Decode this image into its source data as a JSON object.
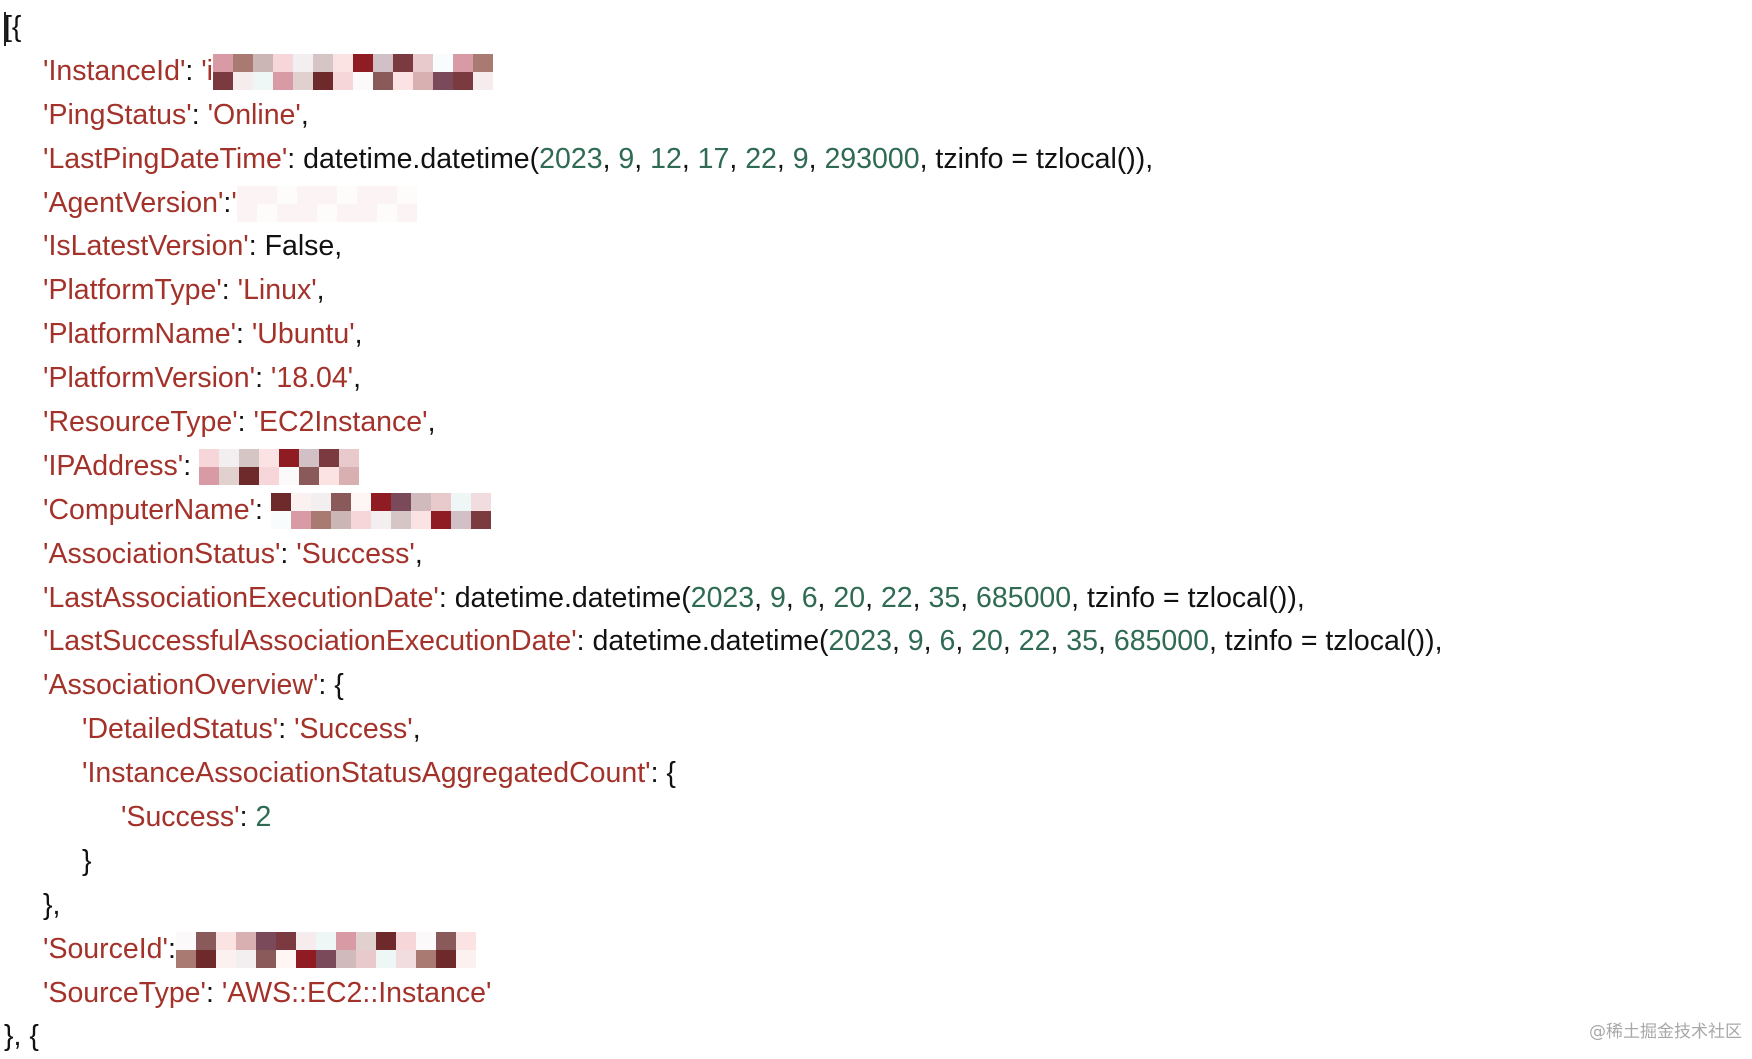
{
  "editor": {
    "lines": [
      {
        "indent": 0,
        "tokens": [
          {
            "c": "p",
            "t": "[{"
          }
        ]
      },
      {
        "indent": 1,
        "tokens": [
          {
            "c": "k",
            "t": "'InstanceId'"
          },
          {
            "c": "p",
            "t": ": "
          },
          {
            "c": "s",
            "t": "'i"
          },
          {
            "c": "r",
            "w": 280
          }
        ]
      },
      {
        "indent": 1,
        "tokens": [
          {
            "c": "k",
            "t": "'PingStatus'"
          },
          {
            "c": "p",
            "t": ": "
          },
          {
            "c": "s",
            "t": "'Online'"
          },
          {
            "c": "p",
            "t": ","
          }
        ]
      },
      {
        "indent": 1,
        "tokens": [
          {
            "c": "k",
            "t": "'LastPingDateTime'"
          },
          {
            "c": "p",
            "t": ": datetime.datetime("
          },
          {
            "c": "n",
            "t": "2023"
          },
          {
            "c": "p",
            "t": ", "
          },
          {
            "c": "n",
            "t": "9"
          },
          {
            "c": "p",
            "t": ", "
          },
          {
            "c": "n",
            "t": "12"
          },
          {
            "c": "p",
            "t": ", "
          },
          {
            "c": "n",
            "t": "17"
          },
          {
            "c": "p",
            "t": ", "
          },
          {
            "c": "n",
            "t": "22"
          },
          {
            "c": "p",
            "t": ", "
          },
          {
            "c": "n",
            "t": "9"
          },
          {
            "c": "p",
            "t": ", "
          },
          {
            "c": "n",
            "t": "293000"
          },
          {
            "c": "p",
            "t": ", tzinfo = tzlocal()),"
          }
        ]
      },
      {
        "indent": 1,
        "tokens": [
          {
            "c": "k",
            "t": "'AgentVersion'"
          },
          {
            "c": "p",
            "t": ":"
          },
          {
            "c": "s",
            "t": "'"
          },
          {
            "c": "r",
            "w": 180,
            "faint": true
          }
        ]
      },
      {
        "indent": 1,
        "tokens": [
          {
            "c": "k",
            "t": "'IsLatestVersion'"
          },
          {
            "c": "p",
            "t": ": False,"
          }
        ]
      },
      {
        "indent": 1,
        "tokens": [
          {
            "c": "k",
            "t": "'PlatformType'"
          },
          {
            "c": "p",
            "t": ": "
          },
          {
            "c": "s",
            "t": "'Linux'"
          },
          {
            "c": "p",
            "t": ","
          }
        ]
      },
      {
        "indent": 1,
        "tokens": [
          {
            "c": "k",
            "t": "'PlatformName'"
          },
          {
            "c": "p",
            "t": ": "
          },
          {
            "c": "s",
            "t": "'Ubuntu'"
          },
          {
            "c": "p",
            "t": ","
          }
        ]
      },
      {
        "indent": 1,
        "tokens": [
          {
            "c": "k",
            "t": "'PlatformVersion'"
          },
          {
            "c": "p",
            "t": ": "
          },
          {
            "c": "s",
            "t": "'18.04'"
          },
          {
            "c": "p",
            "t": ","
          }
        ]
      },
      {
        "indent": 1,
        "tokens": [
          {
            "c": "k",
            "t": "'ResourceType'"
          },
          {
            "c": "p",
            "t": ": "
          },
          {
            "c": "s",
            "t": "'EC2Instance'"
          },
          {
            "c": "p",
            "t": ","
          }
        ]
      },
      {
        "indent": 1,
        "tokens": [
          {
            "c": "k",
            "t": "'IPAddress'"
          },
          {
            "c": "p",
            "t": ": "
          },
          {
            "c": "r",
            "w": 175
          }
        ]
      },
      {
        "indent": 1,
        "tokens": [
          {
            "c": "k",
            "t": "'ComputerName'"
          },
          {
            "c": "p",
            "t": ": "
          },
          {
            "c": "r",
            "w": 220
          }
        ]
      },
      {
        "indent": 1,
        "tokens": [
          {
            "c": "k",
            "t": "'AssociationStatus'"
          },
          {
            "c": "p",
            "t": ": "
          },
          {
            "c": "s",
            "t": "'Success'"
          },
          {
            "c": "p",
            "t": ","
          }
        ]
      },
      {
        "indent": 1,
        "tokens": [
          {
            "c": "k",
            "t": "'LastAssociationExecutionDate'"
          },
          {
            "c": "p",
            "t": ": datetime.datetime("
          },
          {
            "c": "n",
            "t": "2023"
          },
          {
            "c": "p",
            "t": ", "
          },
          {
            "c": "n",
            "t": "9"
          },
          {
            "c": "p",
            "t": ", "
          },
          {
            "c": "n",
            "t": "6"
          },
          {
            "c": "p",
            "t": ", "
          },
          {
            "c": "n",
            "t": "20"
          },
          {
            "c": "p",
            "t": ", "
          },
          {
            "c": "n",
            "t": "22"
          },
          {
            "c": "p",
            "t": ", "
          },
          {
            "c": "n",
            "t": "35"
          },
          {
            "c": "p",
            "t": ", "
          },
          {
            "c": "n",
            "t": "685000"
          },
          {
            "c": "p",
            "t": ", tzinfo = tzlocal()),"
          }
        ]
      },
      {
        "indent": 1,
        "tokens": [
          {
            "c": "k",
            "t": "'LastSuccessfulAssociationExecutionDate'"
          },
          {
            "c": "p",
            "t": ": datetime.datetime("
          },
          {
            "c": "n",
            "t": "2023"
          },
          {
            "c": "p",
            "t": ", "
          },
          {
            "c": "n",
            "t": "9"
          },
          {
            "c": "p",
            "t": ", "
          },
          {
            "c": "n",
            "t": "6"
          },
          {
            "c": "p",
            "t": ", "
          },
          {
            "c": "n",
            "t": "20"
          },
          {
            "c": "p",
            "t": ", "
          },
          {
            "c": "n",
            "t": "22"
          },
          {
            "c": "p",
            "t": ", "
          },
          {
            "c": "n",
            "t": "35"
          },
          {
            "c": "p",
            "t": ", "
          },
          {
            "c": "n",
            "t": "685000"
          },
          {
            "c": "p",
            "t": ", tzinfo = tzlocal()),"
          }
        ]
      },
      {
        "indent": 1,
        "tokens": [
          {
            "c": "k",
            "t": "'AssociationOverview'"
          },
          {
            "c": "p",
            "t": ": {"
          }
        ]
      },
      {
        "indent": 2,
        "tokens": [
          {
            "c": "k",
            "t": "'DetailedStatus'"
          },
          {
            "c": "p",
            "t": ": "
          },
          {
            "c": "s",
            "t": "'Success'"
          },
          {
            "c": "p",
            "t": ","
          }
        ]
      },
      {
        "indent": 2,
        "tokens": [
          {
            "c": "k",
            "t": "'InstanceAssociationStatusAggregatedCount'"
          },
          {
            "c": "p",
            "t": ": {"
          }
        ]
      },
      {
        "indent": 3,
        "tokens": [
          {
            "c": "k",
            "t": "'Success'"
          },
          {
            "c": "p",
            "t": ": "
          },
          {
            "c": "n",
            "t": "2"
          }
        ]
      },
      {
        "indent": 2,
        "tokens": [
          {
            "c": "p",
            "t": "}"
          }
        ]
      },
      {
        "indent": 1,
        "tokens": [
          {
            "c": "p",
            "t": "},"
          }
        ]
      },
      {
        "indent": 1,
        "tokens": [
          {
            "c": "k",
            "t": "'SourceId'"
          },
          {
            "c": "p",
            "t": ":"
          },
          {
            "c": "r",
            "w": 300
          }
        ]
      },
      {
        "indent": 1,
        "tokens": [
          {
            "c": "k",
            "t": "'SourceType'"
          },
          {
            "c": "p",
            "t": ": "
          },
          {
            "c": "s",
            "t": "'AWS::EC2::Instance'"
          }
        ]
      },
      {
        "indent": 0,
        "tokens": [
          {
            "c": "p",
            "t": "}, {"
          }
        ]
      }
    ]
  },
  "watermark": "@稀土掘金技术社区",
  "colors": {
    "key": "#a3322a",
    "number": "#2f6b52",
    "text": "#111111"
  }
}
